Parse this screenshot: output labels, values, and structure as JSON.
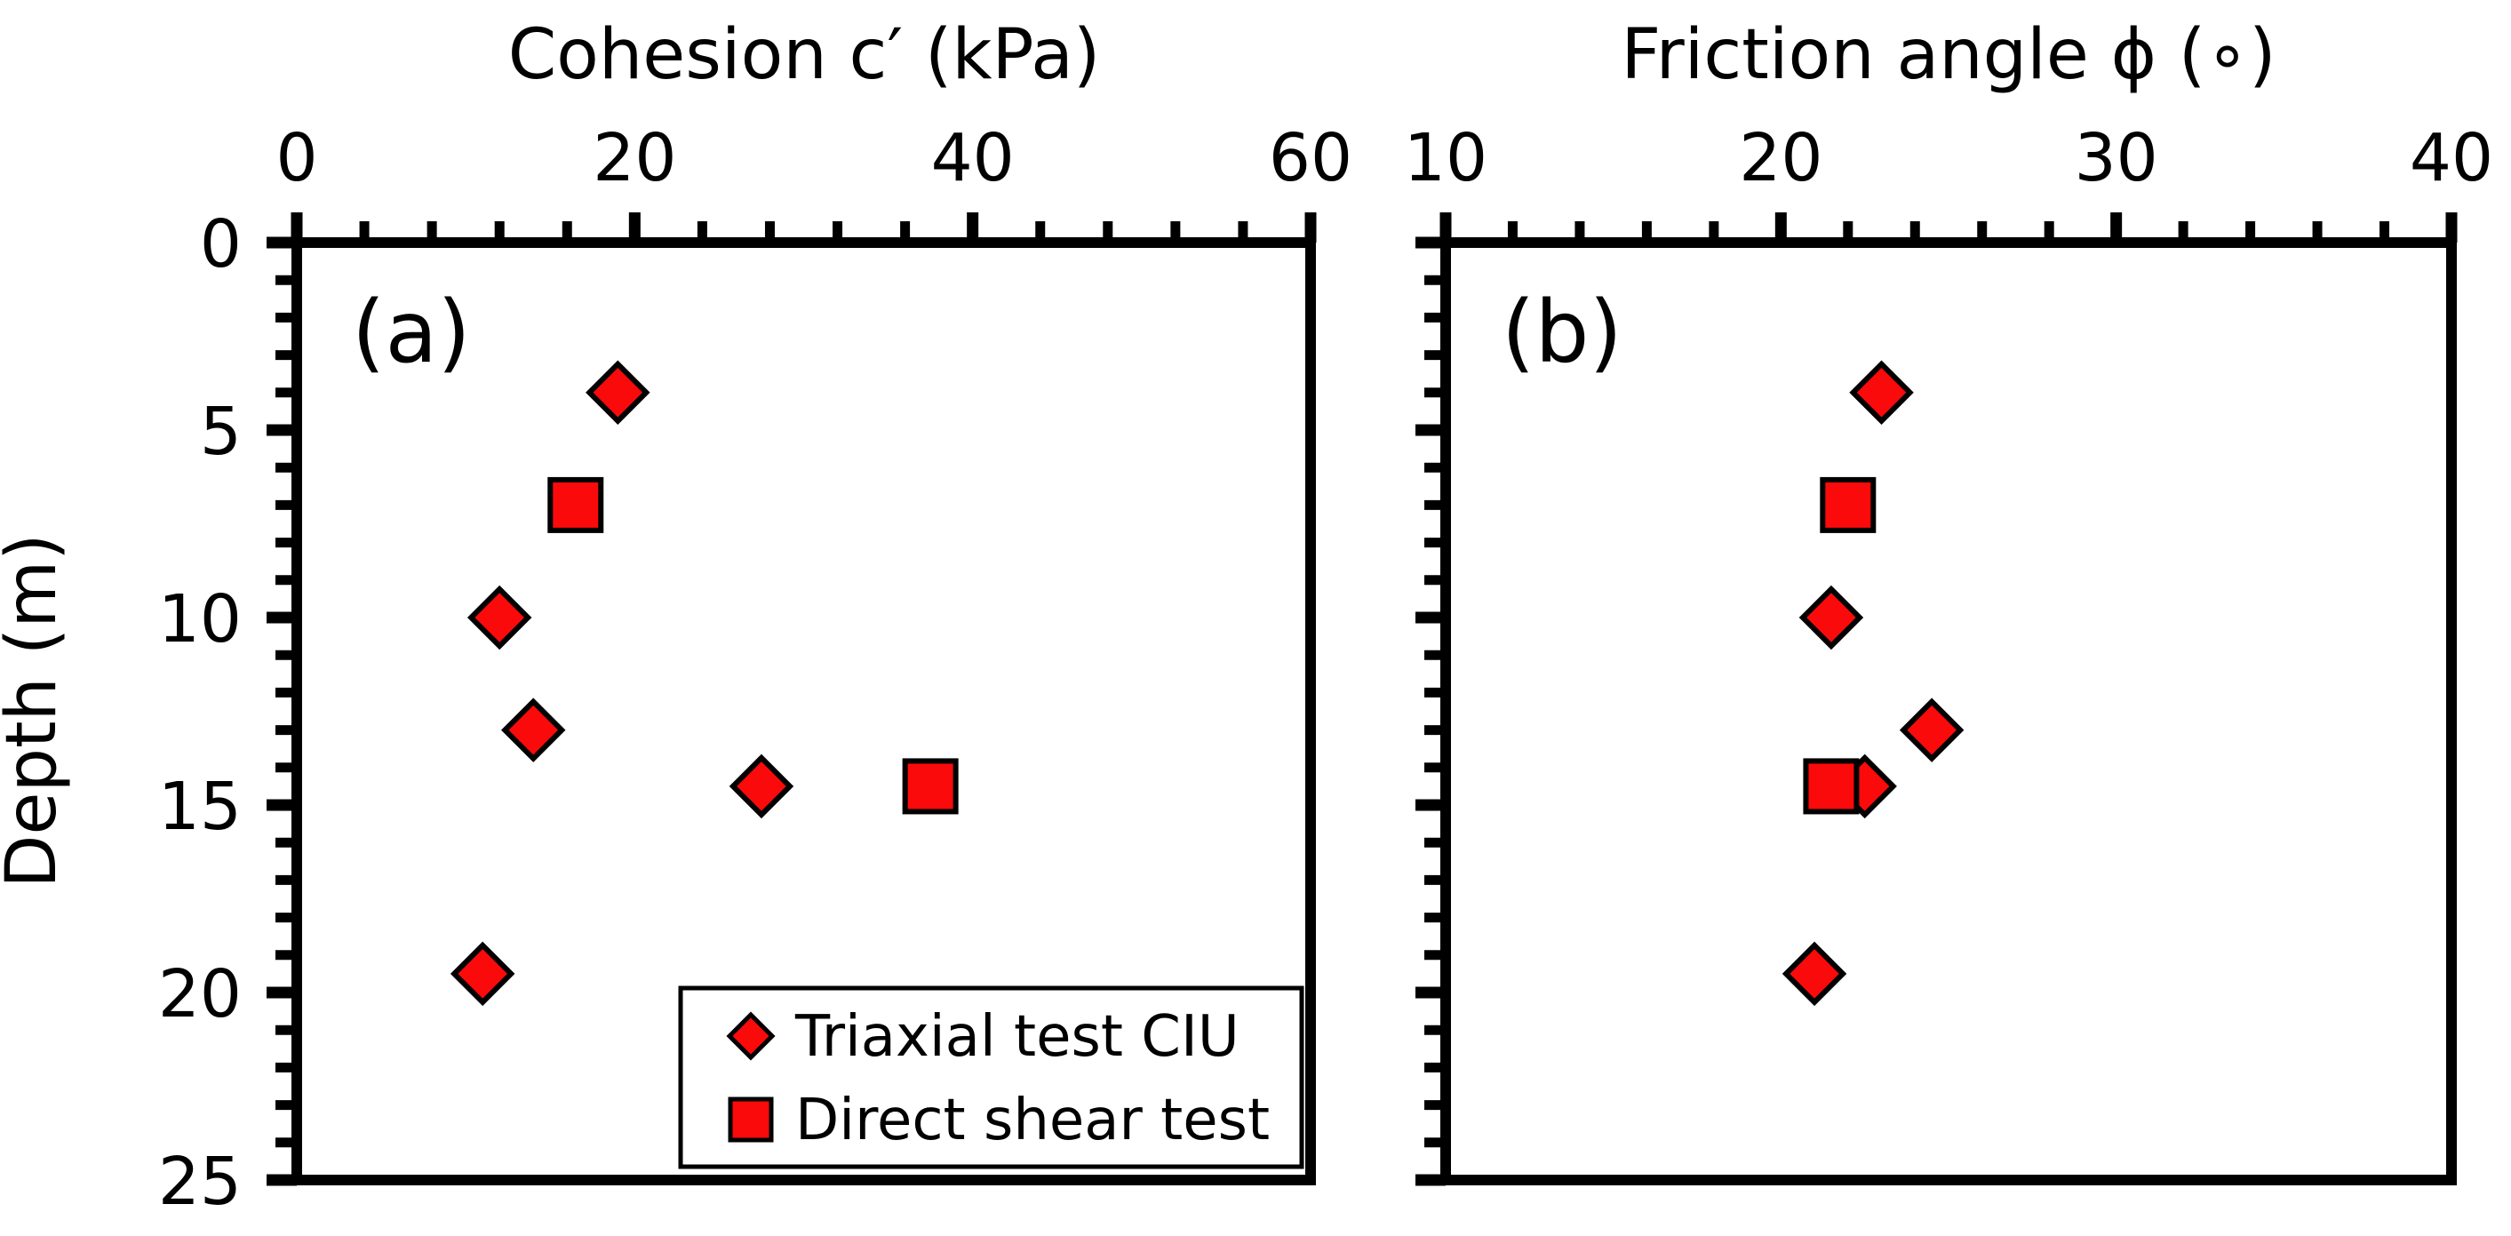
{
  "figure": {
    "background": "#ffffff",
    "marker_fill": "#fa0a0a",
    "marker_stroke": "#000000",
    "axis_color": "#000000"
  },
  "y_axis": {
    "label": "Depth (m)",
    "min": 0,
    "max": 25,
    "major_step": 5,
    "minor_step": 1,
    "tick_labels": [
      "0",
      "5",
      "10",
      "15",
      "20",
      "25"
    ]
  },
  "chart_data": [
    {
      "type": "scatter",
      "panel_label": "(a)",
      "title": "Cohesion c′ (kPa)",
      "x_axis_position": "top",
      "x_min": 0,
      "x_max": 60,
      "x_major_step": 20,
      "x_minor_step": 4,
      "x_tick_labels": [
        "0",
        "20",
        "40",
        "60"
      ],
      "ylabel": "Depth (m)",
      "y_min": 0,
      "y_max": 25,
      "grid": false,
      "series": [
        {
          "name": "Triaxial test CIU",
          "marker": "diamond",
          "points": [
            {
              "x": 19,
              "depth": 4
            },
            {
              "x": 12,
              "depth": 10
            },
            {
              "x": 14,
              "depth": 13
            },
            {
              "x": 27.5,
              "depth": 14.5
            },
            {
              "x": 11,
              "depth": 19.5
            }
          ]
        },
        {
          "name": "Direct shear test",
          "marker": "square",
          "points": [
            {
              "x": 16.5,
              "depth": 7
            },
            {
              "x": 37.5,
              "depth": 14.5
            }
          ]
        }
      ],
      "legend": {
        "position": "bottom-right",
        "entries": [
          "Triaxial test CIU",
          "Direct shear test"
        ]
      }
    },
    {
      "type": "scatter",
      "panel_label": "(b)",
      "title": "Friction angle ϕ (∘)",
      "x_axis_position": "top",
      "x_min": 10,
      "x_max": 40,
      "x_major_step": 10,
      "x_minor_step": 2,
      "x_tick_labels": [
        "10",
        "20",
        "30",
        "40"
      ],
      "y_min": 0,
      "y_max": 25,
      "grid": false,
      "series": [
        {
          "name": "Triaxial test CIU",
          "marker": "diamond",
          "points": [
            {
              "x": 23,
              "depth": 4
            },
            {
              "x": 21.5,
              "depth": 10
            },
            {
              "x": 24.5,
              "depth": 13
            },
            {
              "x": 22.5,
              "depth": 14.5
            },
            {
              "x": 21,
              "depth": 19.5
            }
          ]
        },
        {
          "name": "Direct shear test",
          "marker": "square",
          "points": [
            {
              "x": 22,
              "depth": 7
            },
            {
              "x": 21.5,
              "depth": 14.5
            }
          ]
        }
      ],
      "legend": null
    }
  ]
}
